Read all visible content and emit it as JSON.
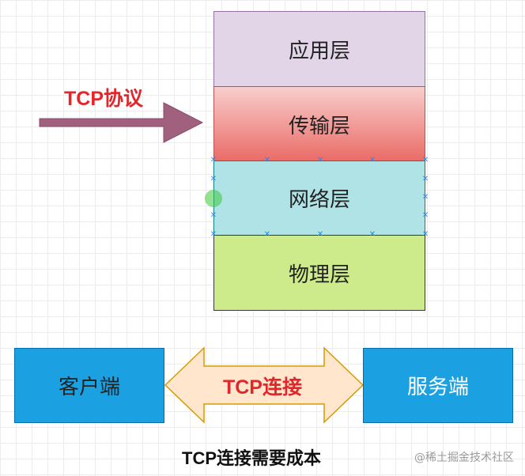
{
  "layers": {
    "application": "应用层",
    "transport": "传输层",
    "network": "网络层",
    "physical": "物理层"
  },
  "protocol_label": "TCP协议",
  "client": "客户端",
  "server": "服务端",
  "connection_label": "TCP连接",
  "caption": "TCP连接需要成本",
  "watermark": "@稀土掘金技术社区",
  "colors": {
    "application": "#e1d5e7",
    "transport_top": "#f8cecc",
    "transport_bottom": "#ea6b66",
    "network": "#b0e3e6",
    "physical": "#cdeb8b",
    "endpoint_box": "#1ba1e2",
    "protocol_arrow": "#a0607e",
    "connection_arrow": "#ffe6cc",
    "label_red": "#e3262b"
  }
}
